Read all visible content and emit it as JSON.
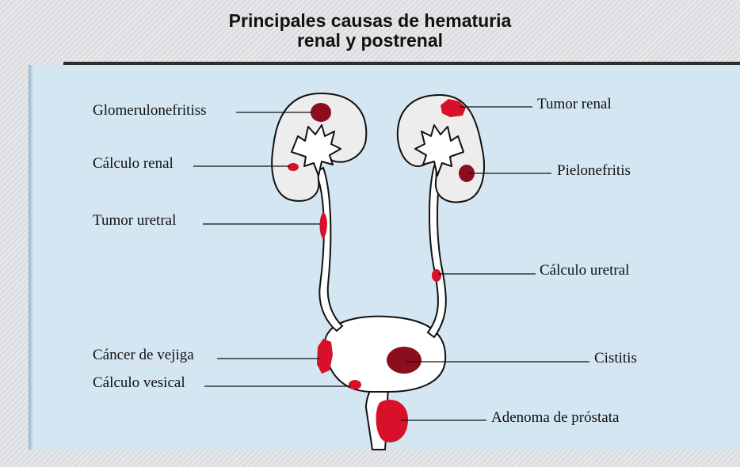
{
  "title": {
    "line1": "Principales causas de hematuria",
    "line2": "renal y postrenal"
  },
  "labels": {
    "glomerulonefritis": "Glomerulonefritiss",
    "calculo_renal": "Cálculo renal",
    "tumor_uretral": "Tumor uretral",
    "cancer_vejiga": "Cáncer de vejiga",
    "calculo_vesical": "Cálculo vesical",
    "tumor_renal": "Tumor renal",
    "pielonefritis": "Pielonefritis",
    "calculo_uretral": "Cálculo uretral",
    "cistitis": "Cistitis",
    "adenoma_prostata": "Adenoma de próstata"
  },
  "colors": {
    "lesion_dark": "#8c0d1e",
    "lesion_red": "#d8102a",
    "organ_fill": "#ffffff",
    "kidney_fill": "#ededed",
    "panel_bg": "#d3e6f1"
  }
}
